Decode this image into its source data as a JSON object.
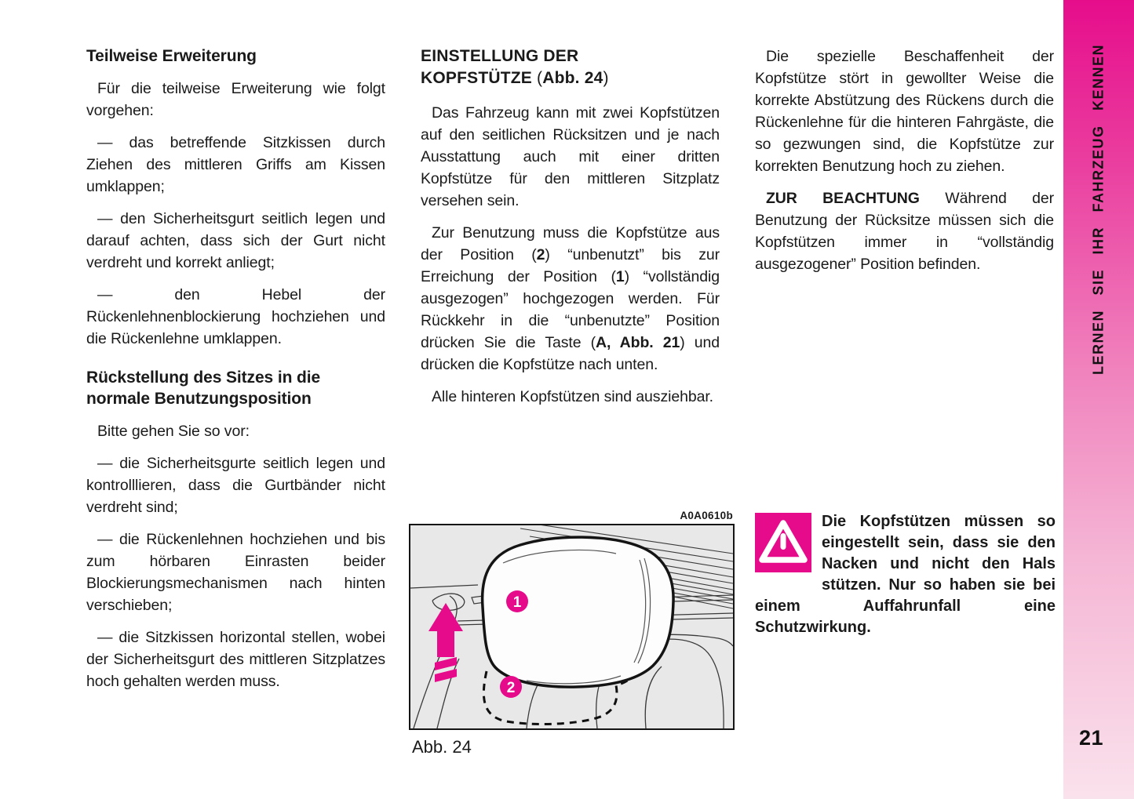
{
  "colors": {
    "accent": "#e60b8a",
    "sidebar_top": "#e60d8b",
    "sidebar_bottom": "#fae2ec",
    "figure_bg": "#e8e8e8"
  },
  "sidebar": {
    "label": "LERNEN SIE IHR FAHRZEUG KENNEN",
    "page_number": "21"
  },
  "left": {
    "heading": "Teilweise Erweiterung",
    "p1": "Für die teilweise Erweiterung wie folgt vorgehen:",
    "p2": "— das betreffende Sitzkissen durch Ziehen des mittleren Griffs am Kissen umklappen;",
    "p3": "— den Sicherheitsgurt seitlich legen und darauf achten, dass sich der Gurt nicht verdreht und korrekt anliegt;",
    "p4": "— den Hebel der Rückenlehnenblockierung hochziehen und die Rückenlehne umklappen.",
    "subheading": "Rückstellung des Sitzes in die normale Benutzungsposition",
    "p5": "Bitte gehen Sie so vor:",
    "p6": "— die Sicherheitsgurte seitlich legen und kontrolllieren, dass die Gurtbänder nicht verdreht sind;",
    "p7": "— die Rückenlehnen hochziehen und bis zum hörbaren Einrasten beider Blockierungsmechanismen nach hinten verschieben;",
    "p8": "— die Sitzkissen horizontal stellen, wobei der Sicherheitsgurt des mittleren Sitzplatzes hoch gehalten werden muss."
  },
  "middle": {
    "heading_line1": "EINSTELLUNG DER",
    "heading_line2_rich": [
      {
        "t": "KOPFSTÜTZE ",
        "b": true
      },
      {
        "t": "(",
        "b": false
      },
      {
        "t": "Abb.  24",
        "b": true
      },
      {
        "t": ")",
        "b": false
      }
    ],
    "p1": "Das Fahrzeug kann mit zwei Kopfstützen auf den seitlichen Rücksitzen und je nach Ausstattung auch mit einer dritten Kopfstütze für den mittleren Sitzplatz versehen sein.",
    "p2_rich": [
      {
        "t": "Zur Benutzung muss die Kopfstütze aus der Position (",
        "b": false
      },
      {
        "t": "2",
        "b": true
      },
      {
        "t": ") “unbenutzt” bis zur Erreichung der Position (",
        "b": false
      },
      {
        "t": "1",
        "b": true
      },
      {
        "t": ") “vollständig ausgezogen” hochgezogen werden. Für Rückkehr in die “unbenutzte” Position drücken Sie die Taste (",
        "b": false
      },
      {
        "t": "A, Abb. 21",
        "b": true
      },
      {
        "t": ") und drücken die Kopfstütze nach unten.",
        "b": false
      }
    ],
    "p3": "Alle hinteren Kopfstützen sind ausziehbar."
  },
  "figure": {
    "code": "A0A0610b",
    "caption": "Abb. 24",
    "label1": "1",
    "label2": "2"
  },
  "right": {
    "p1": "Die spezielle Beschaffenheit der Kopfstütze stört in gewollter Weise die korrekte Abstützung des Rückens durch die Rückenlehne für die hinteren Fahrgäste, die so gezwungen sind, die Kopfstütze zur korrekten Benutzung hoch zu ziehen.",
    "p2_rich": [
      {
        "t": "ZUR BEACHTUNG",
        "b": true
      },
      {
        "t": " Während der Benutzung der Rücksitze müssen sich die Kopfstützen immer in “vollständig ausgezogener” Position befinden.",
        "b": false
      }
    ],
    "warning": "Die Kopfstützen müssen so eingestellt sein, dass sie den Nacken und nicht den Hals stützen. Nur so haben sie bei einem Auffahrunfall eine Schutzwirkung."
  }
}
